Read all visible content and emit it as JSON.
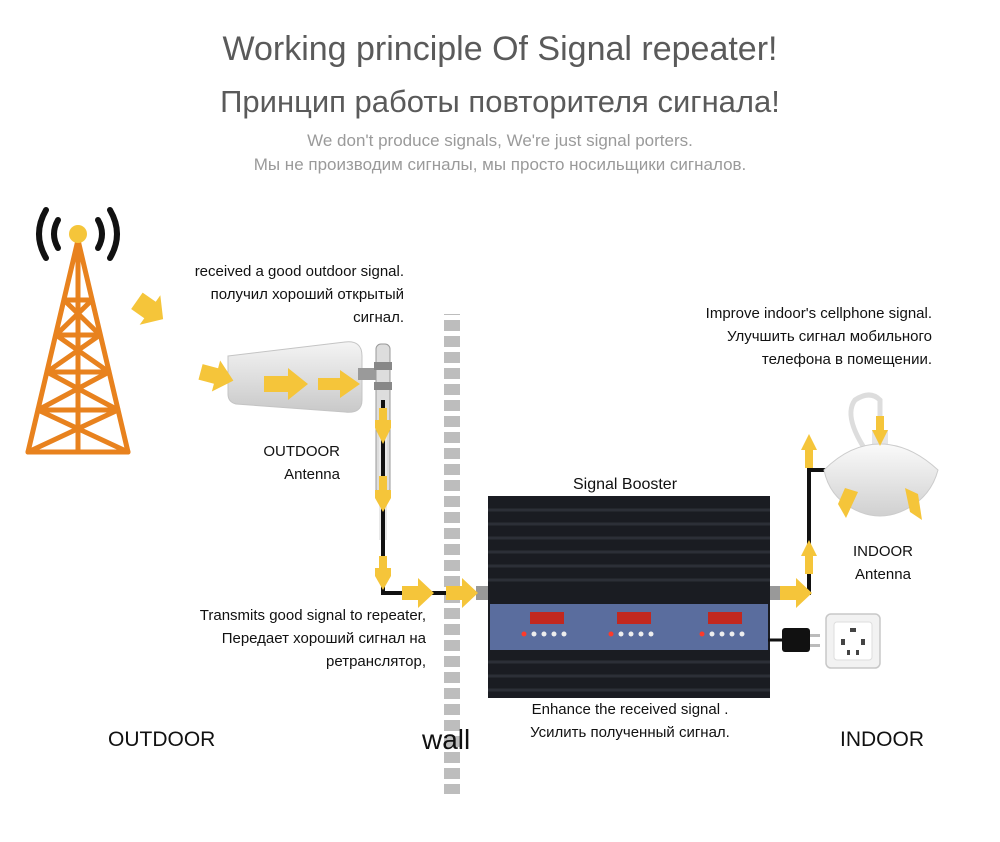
{
  "header": {
    "title_en": "Working principle Of Signal repeater!",
    "title_ru": "Принцип работы повторителя сигнала!",
    "subtitle_en": "We don't produce signals, We're just signal porters.",
    "subtitle_ru": "Мы не производим сигналы, мы просто носильщики сигналов."
  },
  "labels": {
    "outdoor_signal": [
      "received a good outdoor signal.",
      "получил хороший открытый",
      "сигнал."
    ],
    "outdoor_antenna": [
      "OUTDOOR",
      "Antenna"
    ],
    "transmit": [
      "Transmits good signal to repeater,",
      "Передает хороший сигнал на",
      "ретранслятор,"
    ],
    "booster": "Signal Booster",
    "enhance": [
      "Enhance the received signal .",
      "Усилить полученный сигнал."
    ],
    "improve": [
      "Improve indoor's cellphone signal.",
      "Улучшить сигнал мобильного",
      "телефона в помещении."
    ],
    "indoor_antenna": [
      "INDOOR",
      "Antenna"
    ]
  },
  "zones": {
    "outdoor": "OUTDOOR",
    "wall": "wall",
    "indoor": "INDOOR"
  },
  "colors": {
    "arrow": "#f5c53a",
    "tower": "#e8821e",
    "cable": "#111111",
    "booster_body": "#1a1c22",
    "booster_panel": "#5a6d9e",
    "wall": "#bdbdbd"
  },
  "icons": [
    "cell-tower-icon",
    "signal-wave-icon",
    "yagi-antenna-icon",
    "ceiling-antenna-icon",
    "power-socket-icon",
    "power-plug-icon"
  ]
}
